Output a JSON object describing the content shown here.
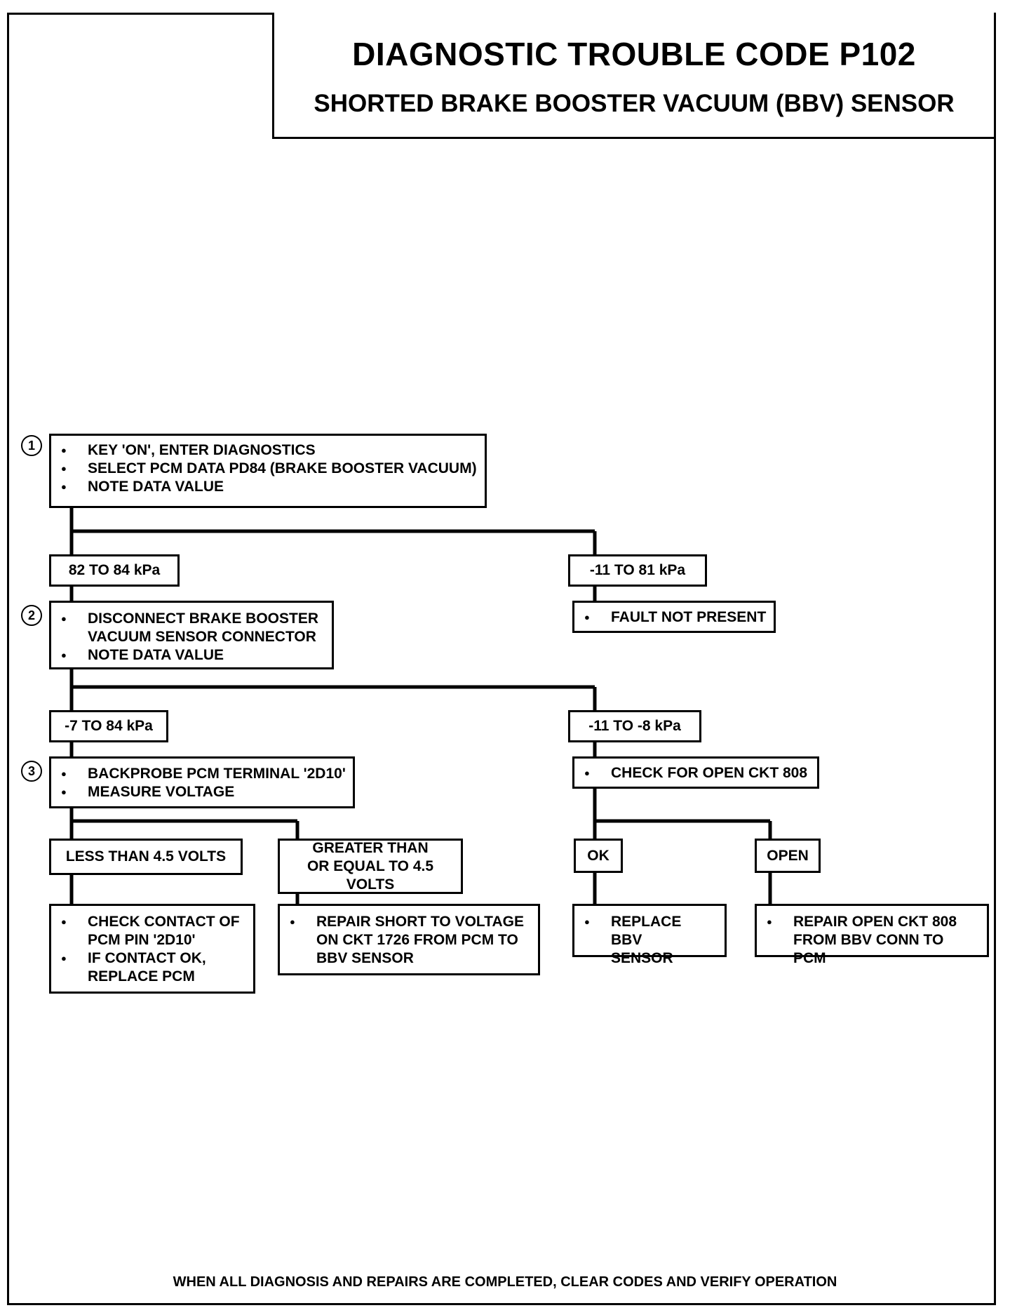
{
  "header": {
    "title": "DIAGNOSTIC TROUBLE CODE P102",
    "subtitle": "SHORTED BRAKE BOOSTER VACUUM (BBV) SENSOR"
  },
  "steps": [
    {
      "number": "1",
      "items": [
        "KEY 'ON', ENTER DIAGNOSTICS",
        "SELECT PCM DATA PD84 (BRAKE BOOSTER VACUUM)",
        "NOTE DATA VALUE"
      ]
    },
    {
      "number": "2",
      "items": [
        "DISCONNECT BRAKE BOOSTER VACUUM SENSOR CONNECTOR",
        "NOTE DATA VALUE"
      ]
    },
    {
      "number": "3",
      "items": [
        "BACKPROBE PCM TERMINAL '2D10'",
        "MEASURE VOLTAGE"
      ]
    }
  ],
  "conditions": {
    "c1_left": "82 TO 84 kPa",
    "c1_right": "-11 TO 81 kPa",
    "c2_left": "-7 TO 84 kPa",
    "c2_right": "-11 TO -8 kPa",
    "c3_left": "LESS THAN 4.5 VOLTS",
    "c3_mid": "GREATER THAN OR EQUAL TO 4.5 VOLTS",
    "c4_ok": "OK",
    "c4_open": "OPEN"
  },
  "actions": {
    "fault_not_present": "FAULT NOT PRESENT",
    "check_open_ckt": "CHECK FOR OPEN CKT 808",
    "check_contact": [
      "CHECK CONTACT OF PCM PIN '2D10'",
      "IF CONTACT OK, REPLACE PCM"
    ],
    "repair_short": "REPAIR SHORT TO VOLTAGE ON CKT 1726 FROM PCM TO BBV SENSOR",
    "replace_bbv": "REPLACE BBV SENSOR",
    "repair_open": "REPAIR OPEN CKT 808 FROM BBV CONN TO PCM"
  },
  "footer": "WHEN ALL DIAGNOSIS AND REPAIRS ARE COMPLETED, CLEAR CODES AND VERIFY OPERATION"
}
